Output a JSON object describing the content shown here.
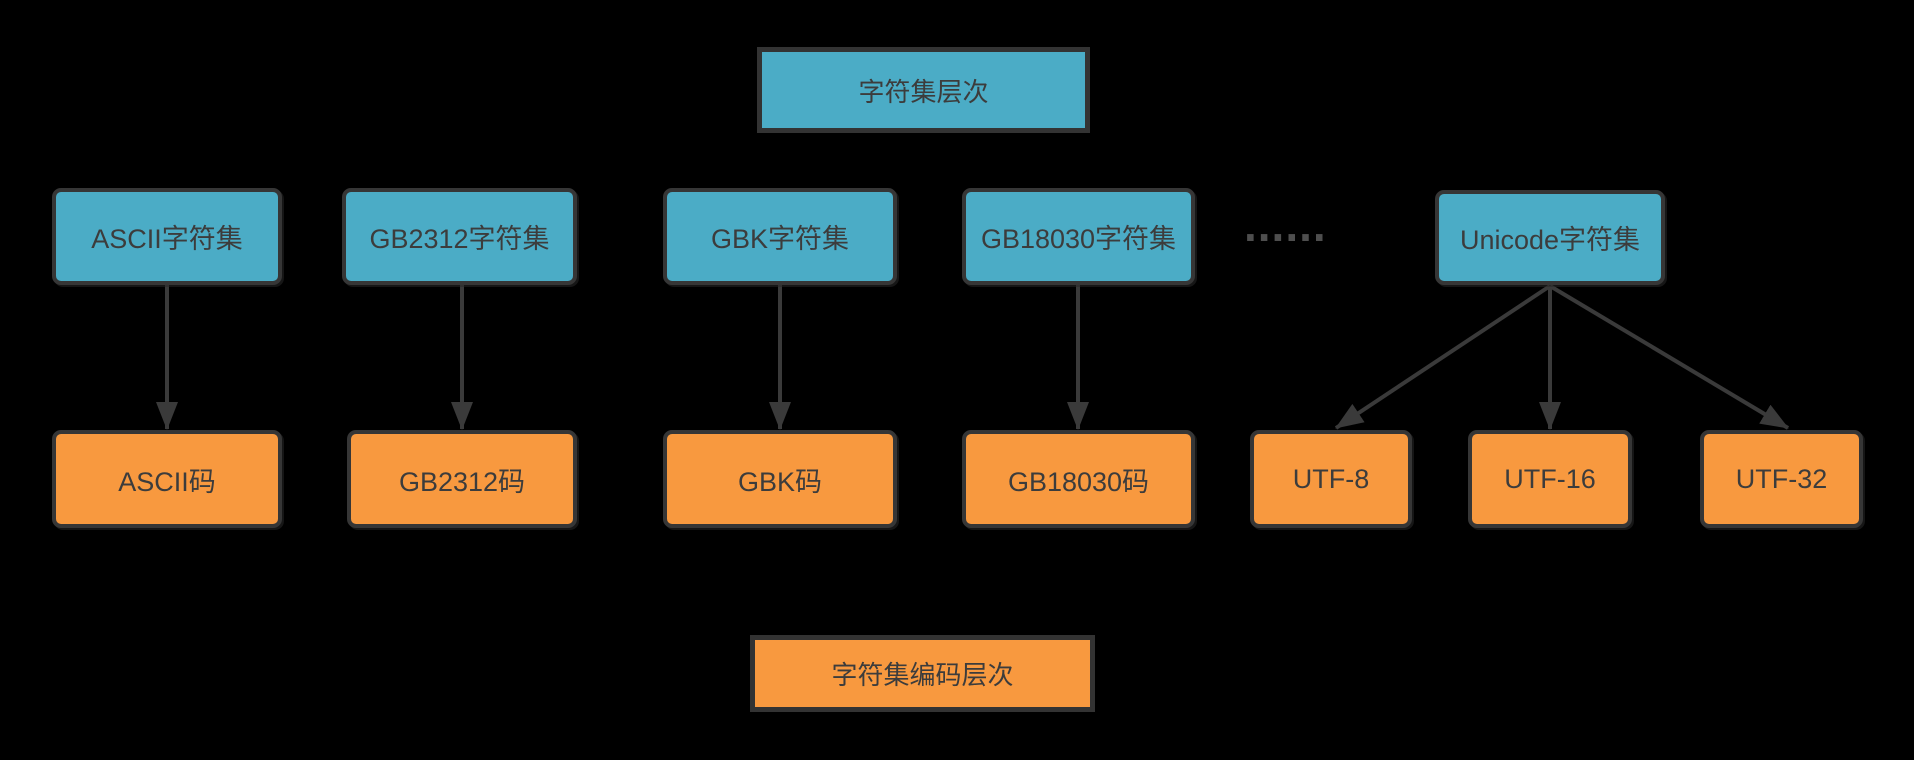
{
  "diagram": {
    "background_color": "#000000",
    "colors": {
      "charset_fill": "#4BACC6",
      "encoding_fill": "#F8993F",
      "border": "#363636",
      "text": "#3C3C3C",
      "arrow": "#3A3A3A",
      "dots": "#4E4E4E"
    },
    "top_label": "字符集层次",
    "bottom_label": "字符集编码层次",
    "ellipsis": "......",
    "charset_row": [
      {
        "label": "ASCII字符集"
      },
      {
        "label": "GB2312字符集"
      },
      {
        "label": "GBK字符集"
      },
      {
        "label": "GB18030字符集"
      },
      {
        "label": "Unicode字符集"
      }
    ],
    "encoding_row": [
      {
        "label": "ASCII码"
      },
      {
        "label": "GB2312码"
      },
      {
        "label": "GBK码"
      },
      {
        "label": "GB18030码"
      },
      {
        "label": "UTF-8"
      },
      {
        "label": "UTF-16"
      },
      {
        "label": "UTF-32"
      }
    ],
    "arrows": [
      {
        "from": "ASCII字符集",
        "to": "ASCII码"
      },
      {
        "from": "GB2312字符集",
        "to": "GB2312码"
      },
      {
        "from": "GBK字符集",
        "to": "GBK码"
      },
      {
        "from": "GB18030字符集",
        "to": "GB18030码"
      },
      {
        "from": "Unicode字符集",
        "to": "UTF-8"
      },
      {
        "from": "Unicode字符集",
        "to": "UTF-16"
      },
      {
        "from": "Unicode字符集",
        "to": "UTF-32"
      }
    ]
  }
}
